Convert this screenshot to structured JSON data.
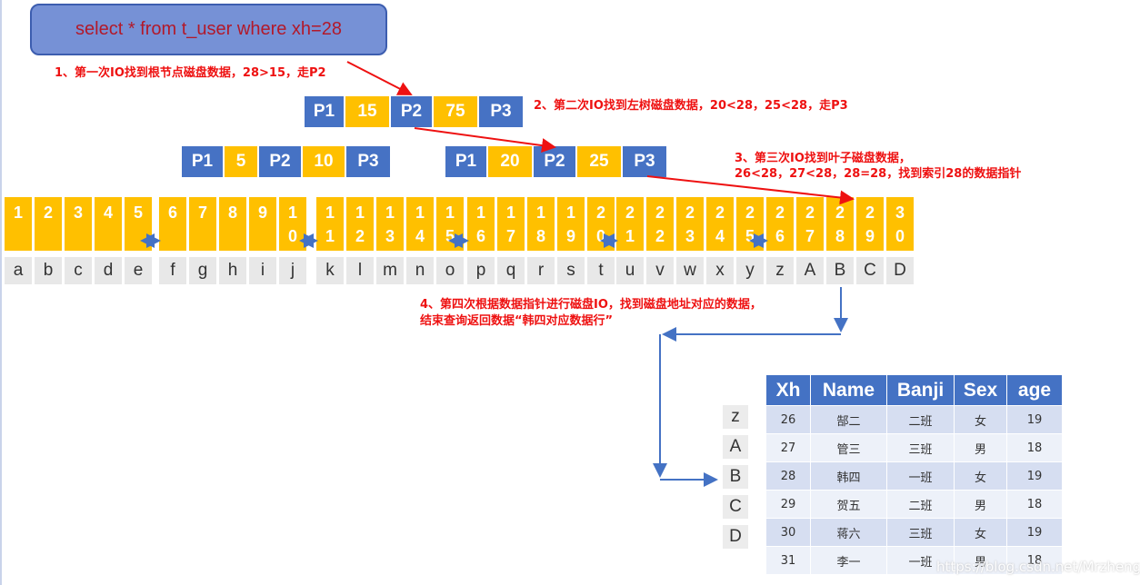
{
  "sql": "select * from t_user where xh=28",
  "notes": {
    "step1": "1、第一次IO找到根节点磁盘数据，28>15，走P2",
    "step2": "2、第二次IO找到左树磁盘数据，20<28，25<28，走P3",
    "step3_line1": "3、第三次IO找到叶子磁盘数据，",
    "step3_line2": "26<28，27<28，28=28，找到索引28的数据指针",
    "step4_line1": "4、第四次根据数据指针进行磁盘IO，找到磁盘地址对应的数据，",
    "step4_line2": "结束查询返回数据“韩四对应数据行”"
  },
  "root_node": [
    "P1",
    "15",
    "P2",
    "75",
    "P3"
  ],
  "left_node": [
    "P1",
    "5",
    "P2",
    "10",
    "P3"
  ],
  "right_node": [
    "P1",
    "20",
    "P2",
    "25",
    "P3"
  ],
  "leaves": [
    {
      "keys": [
        "1",
        "2",
        "3",
        "4",
        "5"
      ],
      "letters": [
        "a",
        "b",
        "c",
        "d",
        "e"
      ]
    },
    {
      "keys": [
        "6",
        "7",
        "8",
        "9",
        "1\n0"
      ],
      "letters": [
        "f",
        "g",
        "h",
        "i",
        "j"
      ]
    },
    {
      "keys": [
        "1\n1",
        "1\n2",
        "1\n3",
        "1\n4",
        "1\n5"
      ],
      "letters": [
        "k",
        "l",
        "m",
        "n",
        "o"
      ]
    },
    {
      "keys": [
        "1\n6",
        "1\n7",
        "1\n8",
        "1\n9",
        "2\n0"
      ],
      "letters": [
        "p",
        "q",
        "r",
        "s",
        "t"
      ]
    },
    {
      "keys": [
        "2\n1",
        "2\n2",
        "2\n3",
        "2\n4",
        "2\n5"
      ],
      "letters": [
        "u",
        "v",
        "w",
        "x",
        "y"
      ]
    },
    {
      "keys": [
        "2\n6",
        "2\n7",
        "2\n8",
        "2\n9",
        "3\n0"
      ],
      "letters": [
        "z",
        "A",
        "B",
        "C",
        "D"
      ]
    }
  ],
  "cluster_keys": [
    "z",
    "A",
    "B",
    "C",
    "D"
  ],
  "table": {
    "headers": [
      "Xh",
      "Name",
      "Banji",
      "Sex",
      "age"
    ],
    "rows": [
      [
        "26",
        "郜二",
        "二班",
        "女",
        "19"
      ],
      [
        "27",
        "管三",
        "三班",
        "男",
        "18"
      ],
      [
        "28",
        "韩四",
        "一班",
        "女",
        "19"
      ],
      [
        "29",
        "贺五",
        "二班",
        "男",
        "18"
      ],
      [
        "30",
        "蒋六",
        "三班",
        "女",
        "19"
      ],
      [
        "31",
        "李一",
        "一班",
        "男",
        "18"
      ]
    ]
  },
  "watermark": "https://blog.csdn.net/Mrzhengdan",
  "colors": {
    "pointer": "#4472c4",
    "key": "#ffc000",
    "arrow": "#ee1111",
    "link": "#4472c4"
  }
}
